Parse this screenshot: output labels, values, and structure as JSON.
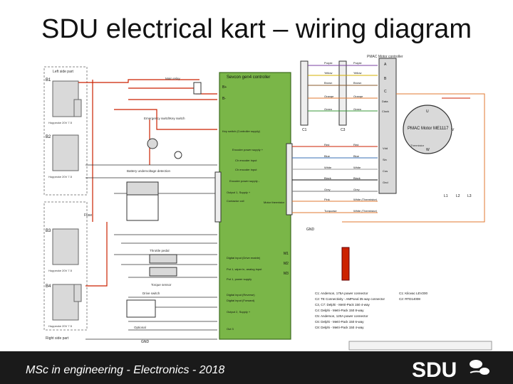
{
  "title": "SDU electrical kart – wiring diagram",
  "footer_text": "MSc in engineering - Electronics - 2018",
  "logo_text": "SDU",
  "colors": {
    "controller": "#7ab648",
    "controller_border": "#3d6b1f",
    "wire_red": "#cc2200",
    "wire_orange": "#e07a30",
    "wire_blue": "#3a6fb5",
    "wire_dark": "#333333",
    "box_fill": "#d9d9d9",
    "footer_bg": "#1a1a1a"
  },
  "controller": {
    "name": "Sevcon gen4 controller",
    "b_plus": "B+",
    "b_minus": "B-",
    "ports": [
      "Key switch (Controller supply)",
      "Encoder power supply +",
      "Ch encoder input",
      "Ch encoder input",
      "Encoder power supply -",
      "Output 1, Supply +",
      "Contactor coil",
      "Motor thermistor",
      "Digital input (Drive enable)",
      "Pot 1, wiper in, analog input",
      "Pot 1, power supply",
      "Digital input (Reverse)",
      "Digital input (Forward)",
      "Output 2, Supply +",
      "Out 3"
    ],
    "side_labels": [
      "M1",
      "M2",
      "M3"
    ]
  },
  "motor": {
    "label": "PMAC Motor ME1117",
    "thermistor": "Thermistor",
    "sensor_labels": [
      "U",
      "V",
      "W"
    ]
  },
  "top_right_label": "PMAC Motor controller",
  "batteries": [
    "B1",
    "B2",
    "B3",
    "B4"
  ],
  "battery_specs": [
    "Hoppecke 20V 7.5",
    "Hoppecke 20V 7.5",
    "Hoppecke 20V 7.5",
    "Hoppecke 20V 7.5"
  ],
  "labels": {
    "left_side": "Left side part",
    "right_side": "Right side part",
    "main_relay": "Main relay",
    "emergency_switch": "Emergency switch",
    "key_switch": "Key switch",
    "battery_undervoltage": "Battery undervoltage detection",
    "throttle": "Throttle pedal",
    "torque_sensor": "Torque sensor",
    "drive_switch": "Drive switch",
    "optional": "Optional",
    "fuse": "Fuse",
    "gnd": "GND"
  },
  "connector_columns": [
    "C1",
    "C3"
  ],
  "wire_colors_left": [
    "Purple",
    "Yellow",
    "Brown",
    "Orange",
    "Green",
    "Red",
    "Blue",
    "White",
    "Black",
    "Grey",
    "Pink",
    "Turquoise"
  ],
  "wire_colors_right": [
    "Purple",
    "Yellow",
    "Brown",
    "Orange",
    "Green",
    "Red",
    "Blue",
    "White",
    "Black",
    "Grey",
    "White (Thermistor)",
    "White (Thermistor)"
  ],
  "motor_pins": [
    "A",
    "B",
    "C",
    "Data",
    "Clock",
    "Vdd",
    "Sin",
    "Cos",
    "Gnd"
  ],
  "legend": [
    "C1: Anderson, 175A power connector",
    "C2: TE Connectivity - AMPseal 35 way connector",
    "C3, C7: Delphi - Metri-Pack 150 4-way",
    "C4: Delphi - Metri-Pack 150 8-way",
    "C5: Anderson, 120A power connector",
    "C6: Delphi - Metri-Pack 150 6-way",
    "C8: Delphi - Metri-Pack 150 4-way"
  ],
  "legend_right": [
    "C1: Kilovac LEV200",
    "C2: RTD14008"
  ],
  "levels": [
    "L1",
    "L2",
    "L3"
  ]
}
